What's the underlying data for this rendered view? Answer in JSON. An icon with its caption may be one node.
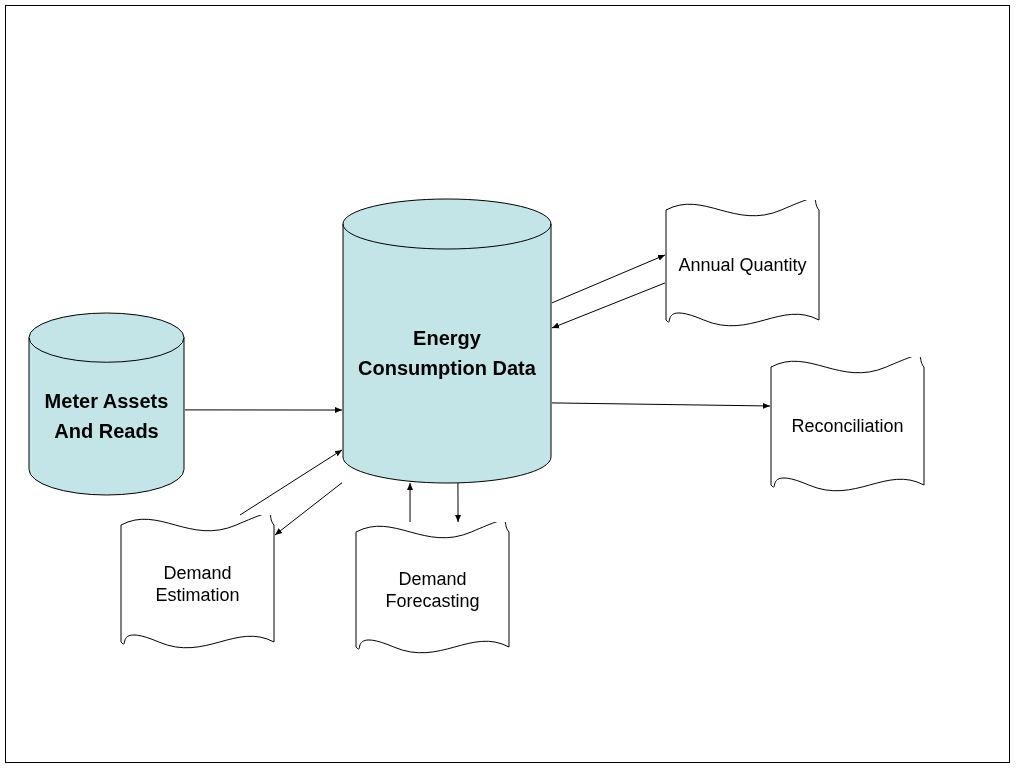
{
  "diagram": {
    "nodes": [
      {
        "text": [
          "Energy Consumption Data"
        ]
      },
      {
        "text": [
          "Meter Assets And Reads"
        ]
      },
      {
        "text": [
          "Annual Quantity"
        ]
      },
      {
        "text": [
          "Reconciliation"
        ]
      },
      {
        "text": [
          "Demand Estimation"
        ]
      },
      {
        "text": [
          "Demand Forecasting"
        ]
      }
    ],
    "edges": [
      {
        "from": 1,
        "to": 0,
        "arrow": "to"
      },
      {
        "from": 0,
        "to": 2,
        "arrow": "to"
      },
      {
        "from": 2,
        "to": 0,
        "arrow": "to"
      },
      {
        "from": 0,
        "to": 3,
        "arrow": "to"
      },
      {
        "from": 4,
        "to": 0,
        "arrow": "to"
      },
      {
        "from": 0,
        "to": 4,
        "arrow": "to"
      },
      {
        "from": 5,
        "to": 0,
        "arrow": "to"
      },
      {
        "from": 0,
        "to": 5,
        "arrow": "to"
      }
    ]
  }
}
